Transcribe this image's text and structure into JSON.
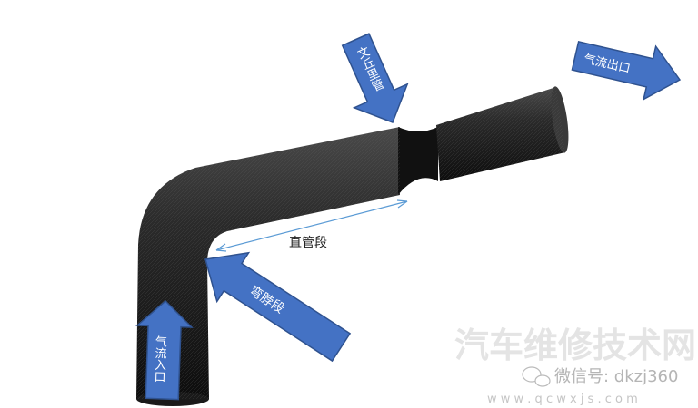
{
  "labels": {
    "venturi": "文丘里管",
    "outlet": "气流出口",
    "straight": "直管段",
    "bend": "弯脖段",
    "inlet": "气流入口"
  },
  "watermark": {
    "site_name": "汽车维修技术网",
    "wechat": "微信号: dkzj360",
    "url": "w w w . q c w x j s . c o m"
  },
  "colors": {
    "arrow_fill": "#4472c4",
    "arrow_stroke": "#2f528f",
    "pipe": "#2a2a2a",
    "dimension_line": "#5b9bd5"
  }
}
